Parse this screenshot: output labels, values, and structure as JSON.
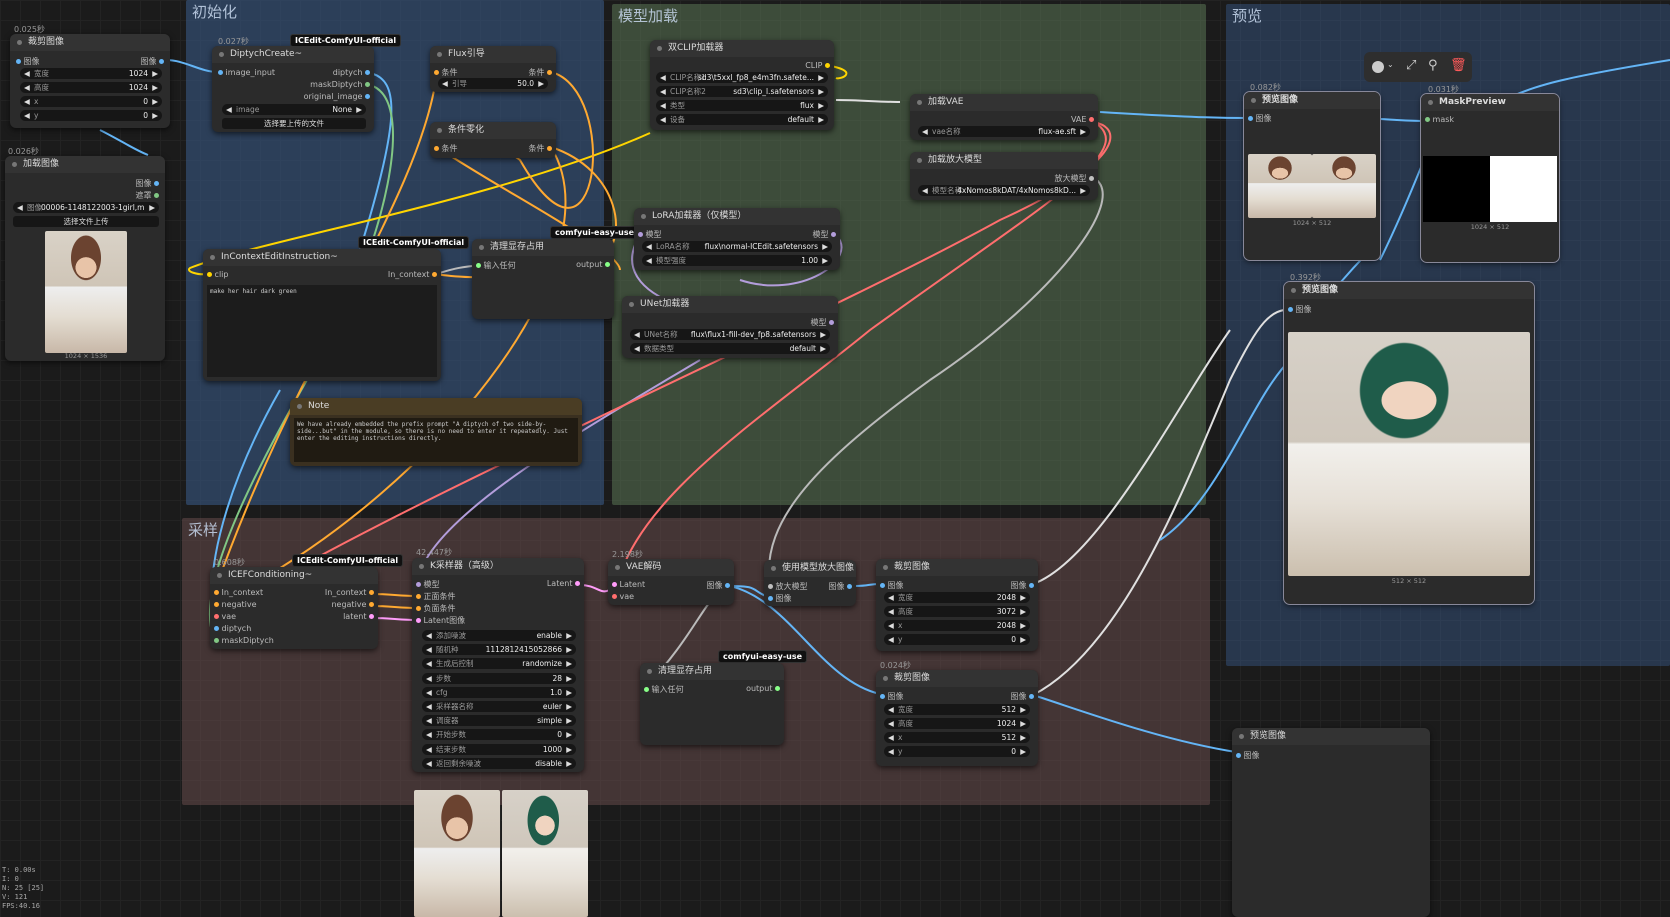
{
  "groups": {
    "init": "初始化",
    "model": "模型加载",
    "sample": "采样",
    "preview": "预览"
  },
  "stats": [
    "T: 0.00s",
    "I: 0",
    "N: 25 [25]",
    "V: 121",
    "FPS:40.16"
  ],
  "toolbar": {
    "color_icon": "color-circle-icon",
    "bypass_icon": "bypass-icon",
    "pin_icon": "pin-icon",
    "delete_icon": "trash-icon"
  },
  "nodes": {
    "crop1": {
      "timer": "0.025秒",
      "title": "裁剪图像",
      "in": "图像",
      "out": "图像",
      "w1l": "宽度",
      "w1v": "1024",
      "w2l": "高度",
      "w2v": "1024",
      "w3l": "x",
      "w3v": "0",
      "w4l": "y",
      "w4v": "0"
    },
    "load": {
      "timer": "0.026秒",
      "title": "加载图像",
      "out1": "图像",
      "out2": "遮罩",
      "img_l": "图像",
      "img_v": "00006-1148122003-1girl,m...",
      "upload": "选择文件上传",
      "size": "1024 × 1536"
    },
    "diptych": {
      "timer": "0.027秒",
      "badge": "ICEdit-ComfyUI-official",
      "title": "DiptychCreate~",
      "in": "image_input",
      "o1": "diptych",
      "o2": "maskDiptych",
      "o3": "original_image",
      "w_l": "image",
      "w_v": "None",
      "upload": "选择要上传的文件"
    },
    "flux": {
      "title": "Flux引导",
      "in": "条件",
      "out": "条件",
      "w_l": "引导",
      "w_v": "50.0"
    },
    "zero": {
      "title": "条件零化",
      "in": "条件",
      "out": "条件"
    },
    "icei": {
      "badge": "ICEdit-ComfyUI-official",
      "title": "InContextEditInstruction~",
      "in": "clip",
      "out": "In_context",
      "text": "make her hair dark green"
    },
    "clean1": {
      "badge": "comfyui-easy-use",
      "title": "清理显存占用",
      "in": "输入任何",
      "out": "output"
    },
    "note": {
      "title": "Note",
      "text": "We have already embedded the prefix prompt  \"A diptych of two side-by-side...but\" in the module, so there is no need to enter it repeatedly. Just enter the editing instructions directly."
    },
    "dclip": {
      "title": "双CLIP加载器",
      "out": "CLIP",
      "w1l": "CLIP名称1",
      "w1v": "sd3\\t5xxl_fp8_e4m3fn.safete...",
      "w2l": "CLIP名称2",
      "w2v": "sd3\\clip_l.safetensors",
      "w3l": "类型",
      "w3v": "flux",
      "w4l": "设备",
      "w4v": "default"
    },
    "vae": {
      "title": "加载VAE",
      "out": "VAE",
      "w_l": "vae名称",
      "w_v": "flux-ae.sft"
    },
    "upm": {
      "title": "加载放大模型",
      "out": "放大模型",
      "w_l": "模型名称",
      "w_v": "4xNomos8kDAT/4xNomos8kD..."
    },
    "lora": {
      "title": "LoRA加载器（仅模型）",
      "in": "模型",
      "out": "模型",
      "w1l": "LoRA名称",
      "w1v": "flux\\normal-ICEdit.safetensors",
      "w2l": "模型强度",
      "w2v": "1.00"
    },
    "unet": {
      "title": "UNet加载器",
      "out": "模型",
      "w1l": "UNet名称",
      "w1v": "flux\\flux1-fill-dev_fp8.safetensors",
      "w2l": "数据类型",
      "w2v": "default"
    },
    "icef": {
      "timer": "0.608秒",
      "badge": "ICEdit-ComfyUI-official",
      "title": "ICEFConditioning~",
      "i1": "In_context",
      "i2": "negative",
      "i3": "vae",
      "i4": "diptych",
      "i5": "maskDiptych",
      "o1": "In_context",
      "o2": "negative",
      "o3": "latent"
    },
    "ksampler": {
      "timer": "42.447秒",
      "title": "K采样器（高级）",
      "i1": "模型",
      "i2": "正面条件",
      "i3": "负面条件",
      "i4": "Latent图像",
      "out": "Latent",
      "widgets": [
        [
          "添加噪波",
          "enable"
        ],
        [
          "随机种",
          "1112812415052866"
        ],
        [
          "生成后控制",
          "randomize"
        ],
        [
          "步数",
          "28"
        ],
        [
          "cfg",
          "1.0"
        ],
        [
          "采样器名称",
          "euler"
        ],
        [
          "调度器",
          "simple"
        ],
        [
          "开始步数",
          "0"
        ],
        [
          "结束步数",
          "1000"
        ],
        [
          "返回剩余噪波",
          "disable"
        ]
      ]
    },
    "vaedec": {
      "timer": "2.198秒",
      "title": "VAE解码",
      "i1": "Latent",
      "i2": "vae",
      "out": "图像"
    },
    "upscale": {
      "title": "使用模型放大图像",
      "i1": "放大模型",
      "i2": "图像",
      "out": "图像"
    },
    "clean2": {
      "badge": "comfyui-easy-use",
      "title": "清理显存占用",
      "in": "输入任何",
      "out": "output"
    },
    "crop2": {
      "title": "裁剪图像",
      "in": "图像",
      "out": "图像",
      "w1l": "宽度",
      "w1v": "2048",
      "w2l": "高度",
      "w2v": "3072",
      "w3l": "x",
      "w3v": "2048",
      "w4l": "y",
      "w4v": "0"
    },
    "crop3": {
      "timer": "0.024秒",
      "title": "裁剪图像",
      "in": "图像",
      "out": "图像",
      "w1l": "宽度",
      "w1v": "512",
      "w2l": "高度",
      "w2v": "1024",
      "w3l": "x",
      "w3v": "512",
      "w4l": "y",
      "w4v": "0"
    },
    "prev1": {
      "timer": "0.082秒",
      "title": "预览图像",
      "in": "图像",
      "size": "1024 × 512"
    },
    "maskprev": {
      "timer": "0.031秒",
      "title": "MaskPreview",
      "in": "mask",
      "size": "1024 × 512"
    },
    "prev2": {
      "timer": "0.392秒",
      "title": "预览图像",
      "in": "图像",
      "size": "512 × 512"
    },
    "prev3": {
      "title": "预览图像",
      "in": "图像"
    }
  },
  "colors": {
    "image": "#64b5f6",
    "clip": "#ffd500",
    "cond": "#ffa931",
    "model": "#b39ddb",
    "vae": "#ff6e6e",
    "latent": "#ff9cf9",
    "mask": "#81c784",
    "upscale": "#c0c0c0"
  }
}
